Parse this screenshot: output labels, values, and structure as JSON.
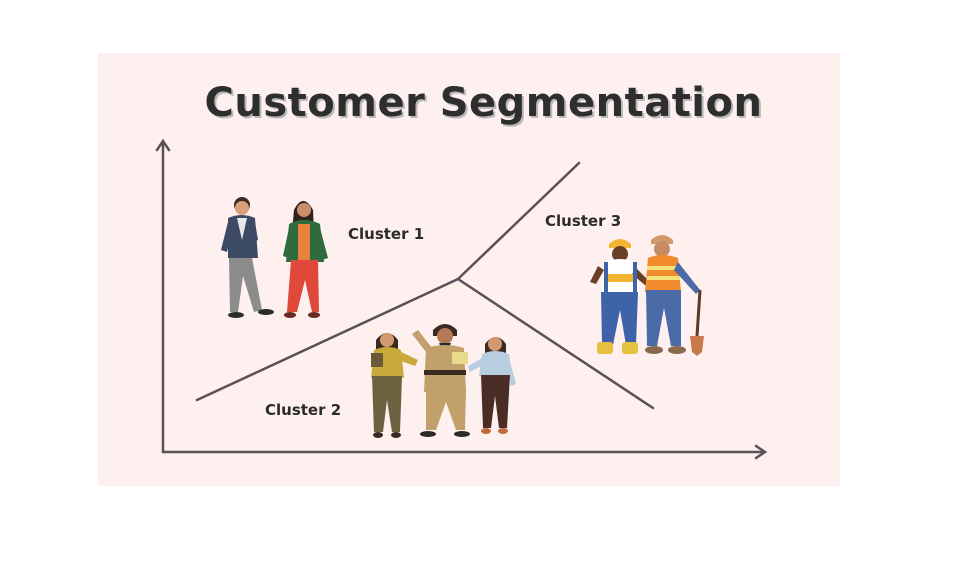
{
  "title": "Customer Segmentation",
  "clusters": [
    {
      "label": "Cluster 1"
    },
    {
      "label": "Cluster 2"
    },
    {
      "label": "Cluster 3"
    }
  ],
  "colors": {
    "background": "#fdf0ee",
    "axis": "#5a5058",
    "title": "#2e2e2e"
  },
  "icons": [
    "business-people-icon",
    "casual-people-icon",
    "construction-workers-icon"
  ]
}
